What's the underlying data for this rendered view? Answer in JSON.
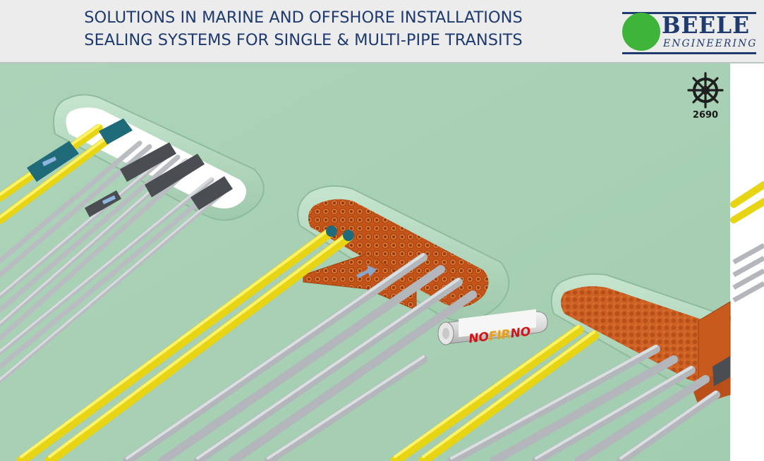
{
  "header": {
    "title_line1": "SOLUTIONS IN MARINE AND OFFSHORE INSTALLATIONS",
    "title_line2": "SEALING SYSTEMS FOR SINGLE & MULTI-PIPE TRANSITS"
  },
  "logo": {
    "name": "BEELE",
    "subtitle": "ENGINEERING",
    "colors": {
      "circle": "#3fb43a",
      "text": "#1e3a6e"
    }
  },
  "badge": {
    "icon": "ship-wheel-icon",
    "code": "2690"
  },
  "product": {
    "canister_label_left": "NO",
    "canister_label_mid": "FIR",
    "canister_label_right": "NO"
  },
  "colors": {
    "bulkhead": "#a9d1b4",
    "sleeve": "#b7dcc2",
    "yellow_pipe": "#f2e11a",
    "grey_pipe": "#c9ccd0",
    "insert_orange": "#cc5a1c",
    "title": "#1e3a6e"
  }
}
